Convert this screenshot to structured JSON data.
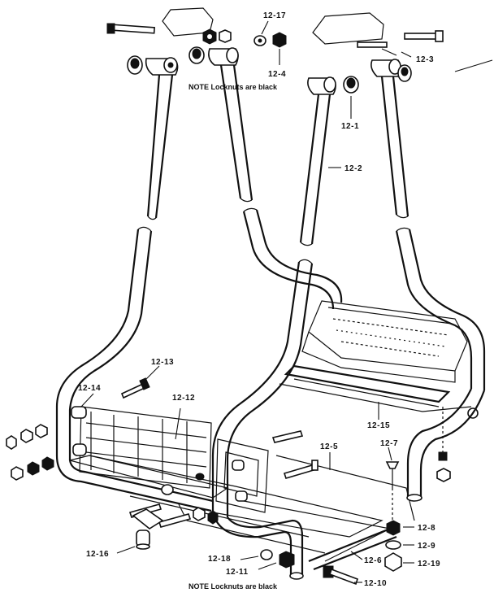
{
  "parts": [
    {
      "id": "p17",
      "label": "12-17"
    },
    {
      "id": "p3",
      "label": "12-3"
    },
    {
      "id": "p4",
      "label": "12-4"
    },
    {
      "id": "p1",
      "label": "12-1"
    },
    {
      "id": "p2",
      "label": "12-2"
    },
    {
      "id": "p13",
      "label": "12-13"
    },
    {
      "id": "p14",
      "label": "12-14"
    },
    {
      "id": "p12",
      "label": "12-12"
    },
    {
      "id": "p15",
      "label": "12-15"
    },
    {
      "id": "p5",
      "label": "12-5"
    },
    {
      "id": "p7",
      "label": "12-7"
    },
    {
      "id": "p8",
      "label": "12-8"
    },
    {
      "id": "p9",
      "label": "12-9"
    },
    {
      "id": "p19",
      "label": "12-19"
    },
    {
      "id": "p6",
      "label": "12-6"
    },
    {
      "id": "p10",
      "label": "12-10"
    },
    {
      "id": "p16",
      "label": "12-16"
    },
    {
      "id": "p18",
      "label": "12-18"
    },
    {
      "id": "p11",
      "label": "12-11"
    }
  ],
  "notes": {
    "top": "NOTE Locknuts are black",
    "bottom": "NOTE Locknuts are black"
  }
}
